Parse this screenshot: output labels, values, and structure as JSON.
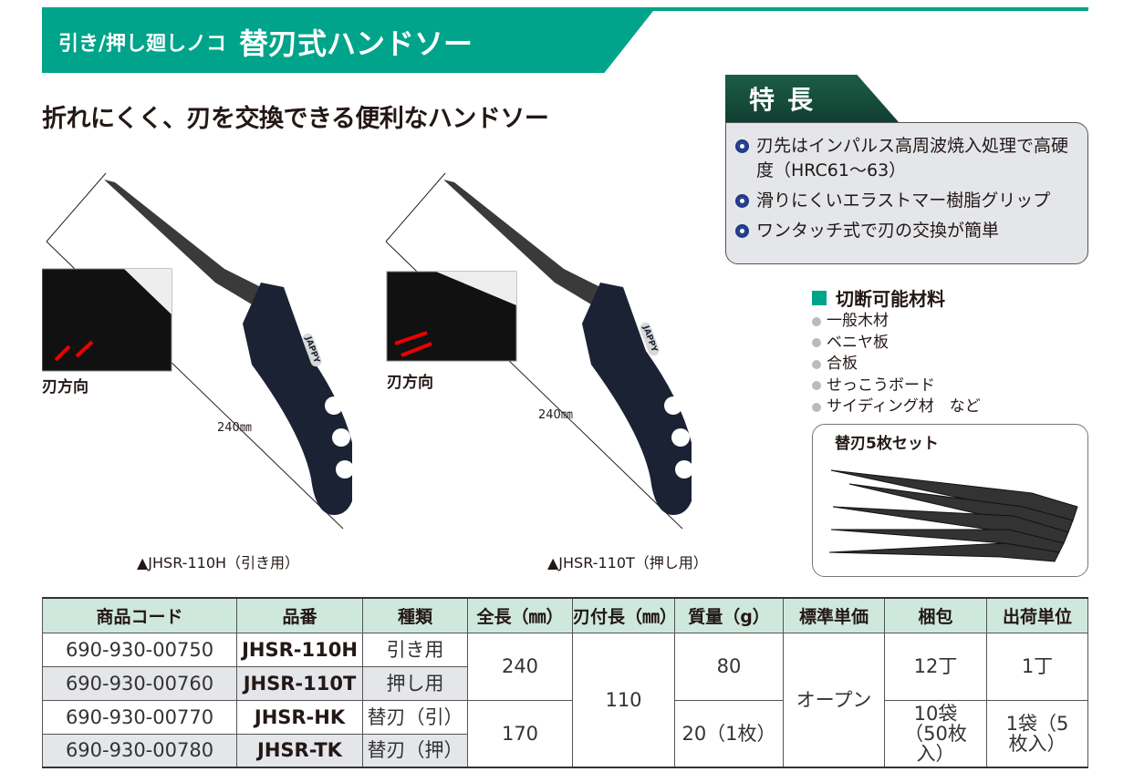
{
  "header": {
    "subtitle": "引き/押し廻しノコ",
    "title": "替刃式ハンドソー"
  },
  "lead": "折れにくく、刃を交換できる便利なハンドソー",
  "features": {
    "title": "特長",
    "items": [
      "刃先はインパルス高周波焼入処理で高硬度（HRC61〜63）",
      "滑りにくいエラストマー樹脂グリップ",
      "ワンタッチ式で刃の交換が簡単"
    ]
  },
  "materials": {
    "title": "切断可能材料",
    "items": [
      "一般木材",
      "ベニヤ板",
      "合板",
      "せっこうボード",
      "サイディング材　など"
    ]
  },
  "set_label": "替刃5枚セット",
  "products": [
    {
      "direction_label": "刃方向",
      "length": "240㎜",
      "caption": "▲JHSR-110H（引き用）",
      "brand": "JAPPY"
    },
    {
      "direction_label": "刃方向",
      "length": "240㎜",
      "caption": "▲JHSR-110T（押し用）",
      "brand": "JAPPY"
    }
  ],
  "table": {
    "headers": [
      "商品コード",
      "品番",
      "種類",
      "全長（㎜）",
      "刃付長（㎜）",
      "質量（g）",
      "標準単価",
      "梱包",
      "出荷単位"
    ],
    "rows": [
      {
        "code": "690-930-00750",
        "model": "JHSR-110H",
        "type": "引き用"
      },
      {
        "code": "690-930-00760",
        "model": "JHSR-110T",
        "type": "押し用"
      },
      {
        "code": "690-930-00770",
        "model": "JHSR-HK",
        "type": "替刃（引）"
      },
      {
        "code": "690-930-00780",
        "model": "JHSR-TK",
        "type": "替刃（押）"
      }
    ],
    "length_a": "240",
    "length_b": "170",
    "blade_length": "110",
    "mass_a": "80",
    "mass_b": "20（1枚）",
    "price": "オープン",
    "pack_a": "12丁",
    "pack_b": "10袋（50枚入）",
    "unit_a": "1丁",
    "unit_b": "1袋（5枚入）"
  }
}
